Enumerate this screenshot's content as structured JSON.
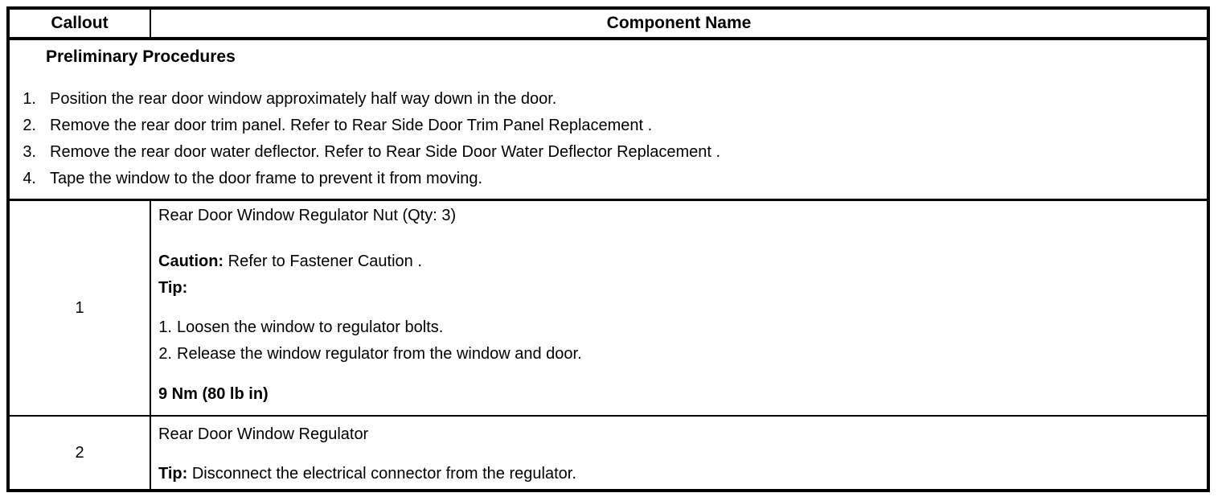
{
  "header": {
    "callout_label": "Callout",
    "component_label": "Component Name"
  },
  "preliminary": {
    "title": "Preliminary Procedures",
    "steps": [
      {
        "num": "1.",
        "text": "Position the rear door window approximately half way down in the door."
      },
      {
        "num": "2.",
        "text": "Remove the rear door trim panel. Refer to Rear Side Door Trim Panel Replacement ."
      },
      {
        "num": "3.",
        "text": "Remove the rear door water deflector. Refer to Rear Side Door Water Deflector Replacement ."
      },
      {
        "num": "4.",
        "text": "Tape the window to the door frame to prevent it from moving."
      }
    ]
  },
  "rows": [
    {
      "callout": "1",
      "name": "Rear Door Window Regulator Nut (Qty: 3)",
      "caution_label": "Caution:",
      "caution_text": " Refer to Fastener Caution .",
      "tip_label": "Tip:",
      "tip_steps": [
        {
          "num": "1.",
          "text": "Loosen the window to regulator bolts."
        },
        {
          "num": "2.",
          "text": "Release the window regulator from the window and door."
        }
      ],
      "torque": "9 Nm (80 lb in)"
    },
    {
      "callout": "2",
      "name": "Rear Door Window Regulator",
      "tip_label": "Tip:",
      "tip_text": " Disconnect the electrical connector from the regulator."
    }
  ]
}
